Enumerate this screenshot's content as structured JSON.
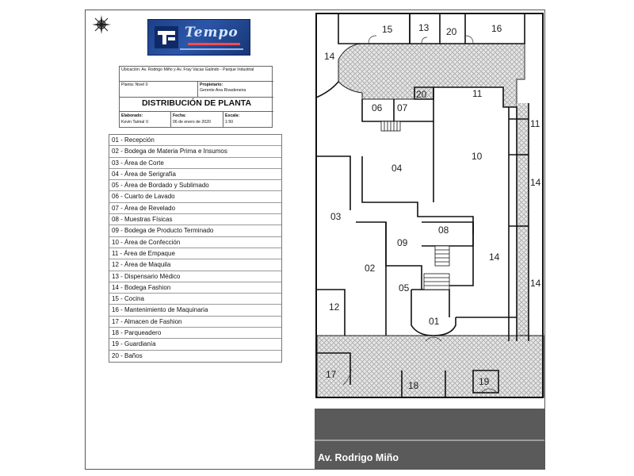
{
  "header": {
    "logo_text": "Tempo",
    "ubicacion": "Ubicación: Av. Rodrigo Miño y Av. Fray Vacas Galindo - Parque Industrial",
    "planta": "Planta: Nivel 0",
    "propietario_label": "Propietario:",
    "propietario": "Gerente Ana Rivadeneira",
    "title": "DISTRIBUCIÓN DE PLANTA",
    "elaborado_label": "Elaborado:",
    "elaborado": "Kevin Taimal V.",
    "fecha_label": "Fecha:",
    "fecha": "06 de enero de 2020",
    "escala_label": "Escala:",
    "escala": "1:50"
  },
  "legend": [
    "01 - Recepción",
    "02 - Bodega de Materia Prima e Insumos",
    "03 - Área de Corte",
    "04 - Área de Serigrafía",
    "05 - Área de Bordado y Sublimado",
    "06 - Cuarto de Lavado",
    "07 - Área de Revelado",
    "08 - Muestras Físicas",
    "09 - Bodega de Producto Terminado",
    "10 - Área de Confección",
    "11 - Área de Empaque",
    "12 - Área de Maquila",
    "13 - Dispensario Médico",
    "14 - Bodega Fashion",
    "15 - Cocina",
    "16 - Mantenimiento de Maquinaria",
    "17 - Almacen de Fashion",
    "18 - Parqueadero",
    "19 - Guardianía",
    "20 - Baños"
  ],
  "plan": {
    "room_labels": [
      "15",
      "13",
      "20",
      "16",
      "14",
      "06",
      "07",
      "20",
      "11",
      "11",
      "10",
      "04",
      "14",
      "03",
      "08",
      "09",
      "14",
      "02",
      "05",
      "14",
      "12",
      "01",
      "17",
      "18",
      "19"
    ],
    "street": "Av. Rodrigo Miño"
  },
  "colors": {
    "logo": "#1d3f86",
    "street": "#555555",
    "wall": "#111111",
    "paving": "#c8c8c8"
  }
}
